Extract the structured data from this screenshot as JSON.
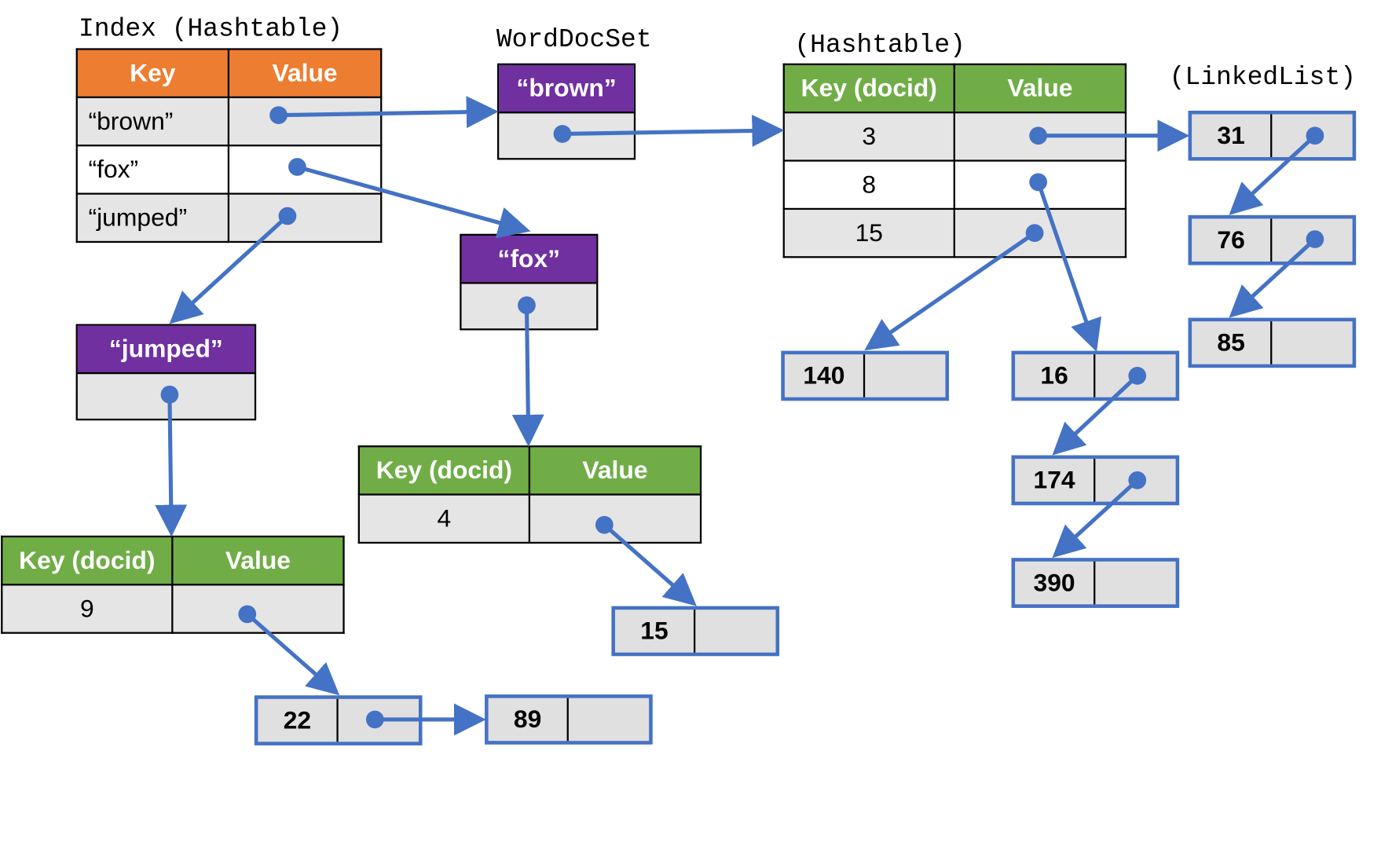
{
  "index": {
    "caption": "Index (Hashtable)",
    "headers": {
      "key": "Key",
      "value": "Value"
    },
    "rows": [
      "“brown”",
      "“fox”",
      "“jumped”"
    ]
  },
  "wds_caption": "WordDocSet",
  "hashtable_caption": "(Hashtable)",
  "linkedlist_caption": "(LinkedList)",
  "worddocsets": {
    "brown": "“brown”",
    "fox": "“fox”",
    "jumped": "“jumped”"
  },
  "doc_tables": {
    "brown": {
      "key_header": "Key (docid)",
      "value_header": "Value",
      "docids": [
        "3",
        "8",
        "15"
      ]
    },
    "fox": {
      "key_header": "Key (docid)",
      "value_header": "Value",
      "docids": [
        "4"
      ]
    },
    "jumped": {
      "key_header": "Key (docid)",
      "value_header": "Value",
      "docids": [
        "9"
      ]
    }
  },
  "lists": {
    "brown_3": [
      "31",
      "76",
      "85"
    ],
    "brown_8": [
      "16",
      "174",
      "390"
    ],
    "brown_15": [
      "140"
    ],
    "fox_4": [
      "15"
    ],
    "jumped_9": [
      "22",
      "89"
    ]
  },
  "colors": {
    "orange_header": "#ed7d31",
    "green_header": "#70ad47",
    "purple_title": "#7030a0",
    "pointer_blue": "#4472c4",
    "cell_grey": "#e5e5e5"
  }
}
